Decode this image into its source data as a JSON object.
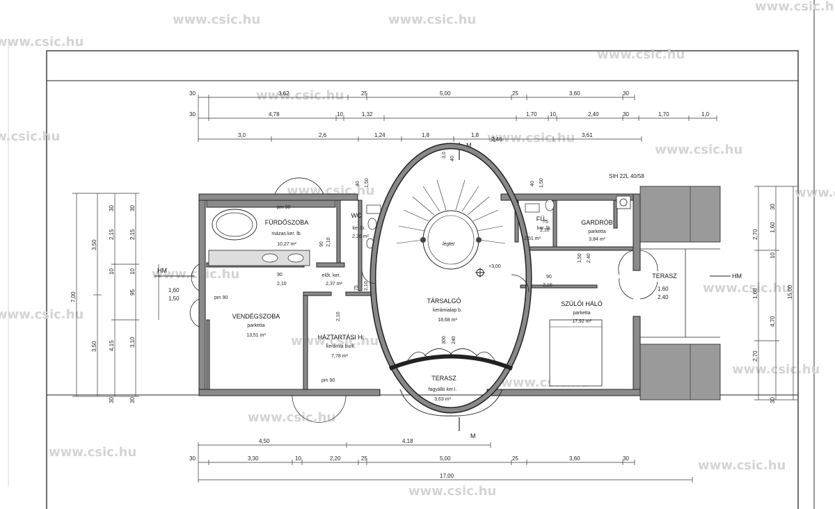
{
  "watermark": "www.csic.hu",
  "sheet_note": "SIH 22L 40/58",
  "markers": {
    "section_m": "M",
    "hm": "HM"
  },
  "level": "+3,00",
  "stair_label": "légtér",
  "rooms": {
    "furdoszoba": {
      "name": "FÜRDŐSZOBA",
      "floor": "mázas ker. lb.",
      "area": "10,27 m²"
    },
    "wc": {
      "name": "WC",
      "floor": "ker.lb.",
      "area": "2,36 m²"
    },
    "fu": {
      "name": "FÜ.",
      "floor": "ker. lb.",
      "area": "2,51 m²"
    },
    "gardrob": {
      "name": "GARDRÓB",
      "floor": "parketta",
      "area": "3,84 m²"
    },
    "elo": {
      "name": "",
      "floor": "előt. ker.",
      "area": "2,37 m²"
    },
    "tarsalgo": {
      "name": "TÁRSALGÓ",
      "floor": "kerámialap b.",
      "area": "18,68 m²"
    },
    "szuloi": {
      "name": "SZÜLŐI HÁLÓ",
      "floor": "parketta",
      "area": "17,92 m²"
    },
    "terasz_right": {
      "name": "TERASZ",
      "floor": "",
      "area": ""
    },
    "vendegszoba": {
      "name": "VENDÉGSZOBA",
      "floor": "parketta",
      "area": "13,51 m²"
    },
    "haztartasi": {
      "name": "HÁZTARTÁSI H.",
      "floor": "kerámia burk.",
      "area": "7,78 m²"
    },
    "terasz_bottom": {
      "name": "TERASZ",
      "floor": "fagyálló ker.l.",
      "area": "3,63 m²"
    }
  },
  "top_dims": {
    "row1": [
      "30",
      "3,62",
      "25",
      "5,00",
      "25",
      "3,60",
      "30"
    ],
    "row2": [
      "30",
      "4,78",
      "10",
      "1,32",
      "1,70",
      "10",
      "2,40",
      "30",
      "1,70",
      "1,0"
    ],
    "row3": [
      "3,0",
      "2,6",
      "1,24",
      "1,8",
      "1,8",
      "2,46",
      "3,61"
    ]
  },
  "bottom_dims": {
    "row1": [
      "4,50",
      "4,18"
    ],
    "row2": [
      "30",
      "3,30",
      "10",
      "2,20",
      "25",
      "5,00",
      "25",
      "3,60",
      "30"
    ],
    "row3": [
      "17,00"
    ]
  },
  "left_dims": [
    "7,00",
    "3,50",
    "3,50",
    "2,15",
    "2,15",
    "4,15",
    "3,10",
    "10",
    "95",
    "10",
    "30",
    "30",
    "30",
    "30",
    "1,60",
    "1,50"
  ],
  "right_dims": [
    "15,00",
    "2,70",
    "1,60",
    "1,60",
    "4,70",
    "2,70",
    "10",
    "30",
    "30",
    "1,60",
    "2,40"
  ],
  "inner_dims": [
    "pm 90",
    "pm 90",
    "pm 90",
    "90",
    "2,10",
    "90",
    "2,10",
    "90",
    "2,10",
    "75",
    "2,10",
    "1,50",
    "2,40",
    "40",
    "1,50",
    "40",
    "1,50",
    "75",
    "2,10",
    "3,0",
    "40",
    "300",
    "240",
    "90",
    "2,10"
  ]
}
